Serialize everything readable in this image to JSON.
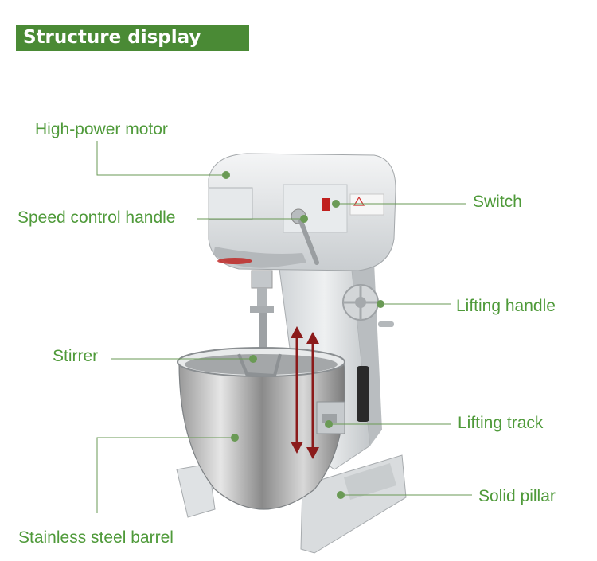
{
  "banner": {
    "title": "Structure display"
  },
  "labels": {
    "motor": "High-power motor",
    "speed": "Speed control handle",
    "switch": "Switch",
    "lifting_handle": "Lifting handle",
    "stirrer": "Stirrer",
    "lifting_track": "Lifting track",
    "solid_pillar": "Solid pillar",
    "barrel": "Stainless steel barrel"
  },
  "colors": {
    "accent": "#4a8a35",
    "label_text": "#4f9a3a",
    "dot": "#6a9a55",
    "arrow": "#8b1a1a"
  }
}
